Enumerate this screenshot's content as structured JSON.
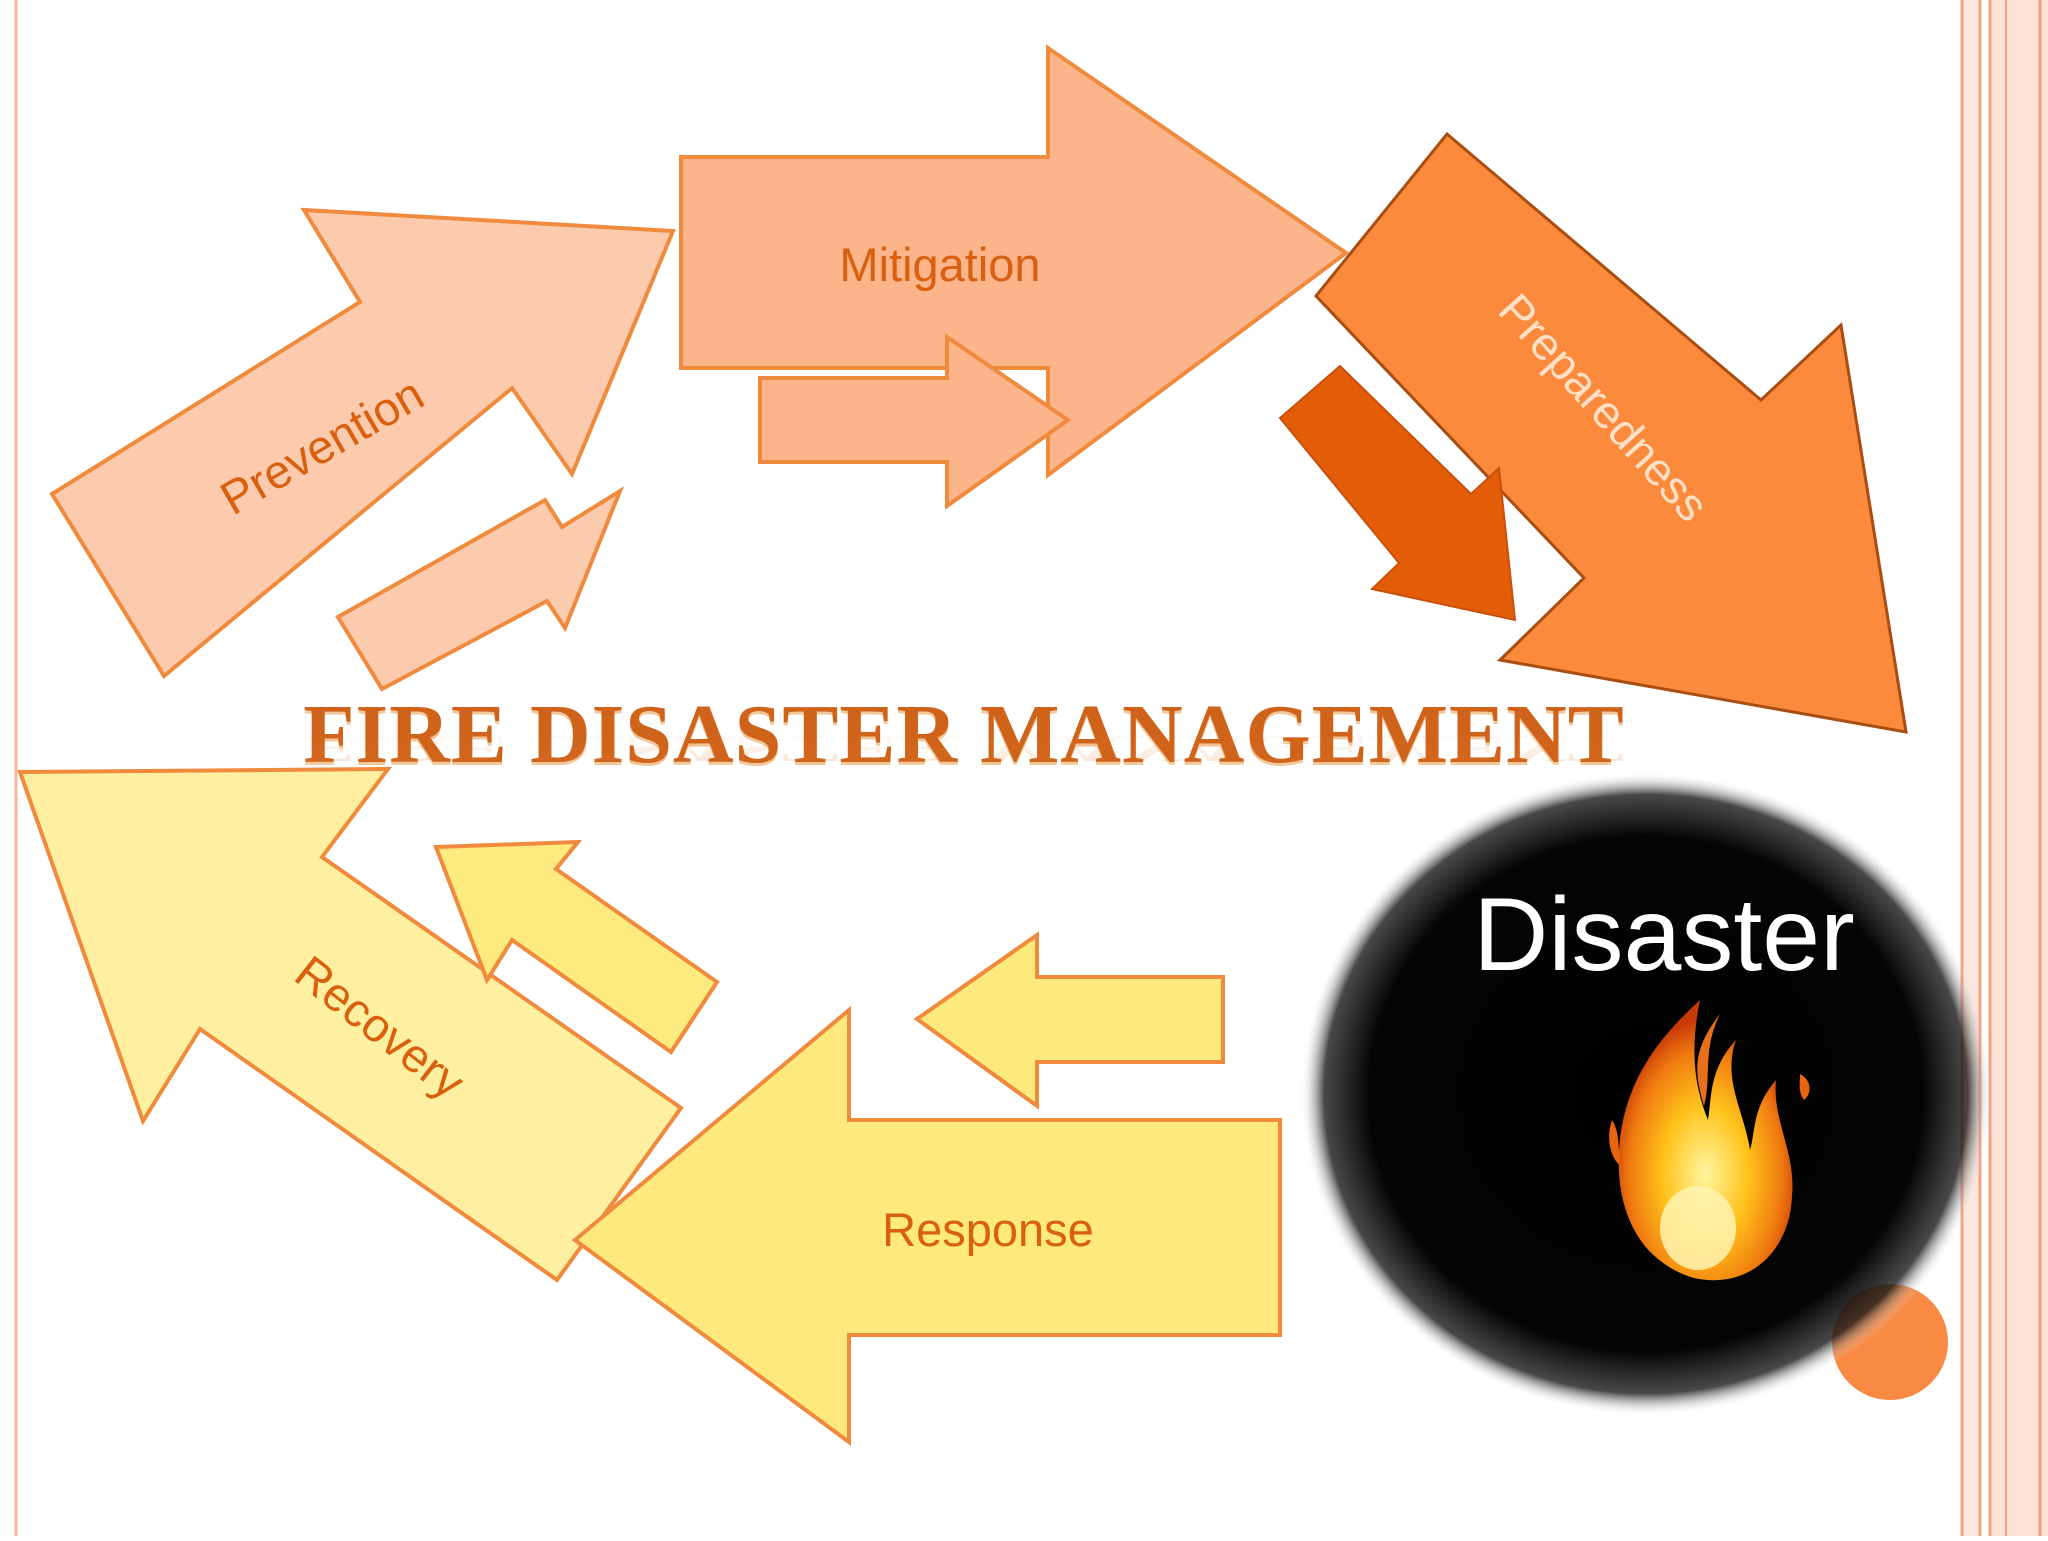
{
  "title": "FIRE DISASTER MANAGEMENT",
  "stages": {
    "prevention": "Prevention",
    "mitigation": "Mitigation",
    "preparedness": "Preparedness",
    "disaster": "Disaster",
    "response": "Response",
    "recovery": "Recovery"
  },
  "colors": {
    "prevention": "#fccbad",
    "mitigation": "#fcb48a",
    "preparedness": "#fb8a3c",
    "recovery": "#fef0a0",
    "response": "#feea7c",
    "stroke": "#f08a3c",
    "label": "#d9600e",
    "title": "#d0631a"
  }
}
